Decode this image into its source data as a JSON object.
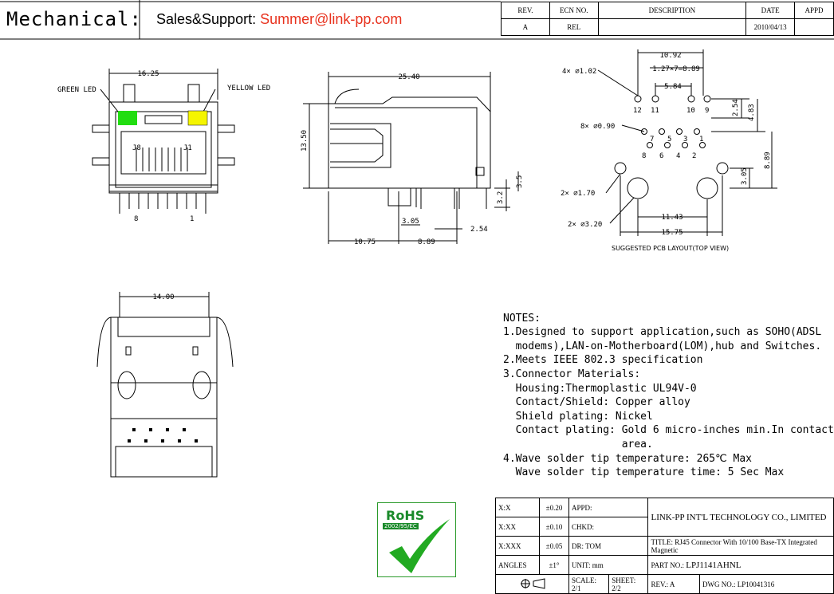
{
  "header": {
    "title": "Mechanical:",
    "support_label": "Sales&Support: ",
    "support_email": "Summer@link-pp.com"
  },
  "revision_table": {
    "headers": [
      "REV.",
      "ECN NO.",
      "DESCRIPTION",
      "DATE",
      "APPD"
    ],
    "row": [
      "A",
      "REL",
      "",
      "2010/04/13",
      ""
    ]
  },
  "drawing_labels": {
    "green_led": "GREEN LED",
    "yellow_led": "YELLOW LED",
    "j8": "J8",
    "j1": "J1",
    "pin8": "8",
    "pin1": "1",
    "front_width": "16.25",
    "side_length": "25.40",
    "side_height": "13.50",
    "side_d1": "3.05",
    "side_d2": "3.2",
    "side_d3": "3.5",
    "side_d4": "2.54",
    "side_d5": "10.75",
    "side_d6": "8.89",
    "bottom_width": "14.00",
    "pcb_title": "SUGGESTED PCB LAYOUT(TOP VIEW)",
    "pcb_1092": "10.92",
    "pcb_pitch": "1.27×7=8.89",
    "pcb_584": "5.84",
    "pcb_254": "2.54",
    "pcb_483": "4.83",
    "pcb_889": "8.89",
    "pcb_305": "3.05",
    "pcb_1143": "11.43",
    "pcb_1575": "15.75",
    "hole_4x": "4× ∅1.02",
    "hole_8x": "8× ∅0.90",
    "hole_2x170": "2× ∅1.70",
    "hole_2x320": "2× ∅3.20",
    "pin_nums": [
      "12",
      "11",
      "10",
      "9",
      "7",
      "5",
      "3",
      "1",
      "8",
      "6",
      "4",
      "2"
    ]
  },
  "notes": {
    "heading": "NOTES:",
    "lines": [
      "1.Designed to support application,such as SOHO(ADSL",
      "  modems),LAN-on-Motherboard(LOM),hub and Switches.",
      "2.Meets IEEE 802.3 specification",
      "3.Connector Materials:",
      "  Housing:Thermoplastic UL94V-0",
      "  Contact/Shield: Copper alloy",
      "  Shield plating: Nickel",
      "  Contact plating: Gold 6 micro-inches min.In contact",
      "                   area.",
      "4.Wave solder tip temperature: 265℃ Max",
      "  Wave solder tip temperature time: 5 Sec Max"
    ]
  },
  "rohs": {
    "title": "RoHS",
    "sub": "2002/95/EC"
  },
  "title_block": {
    "tol_xx_label": "X:X",
    "tol_xx": "±0.20",
    "tol_xxx_label": "X:XX",
    "tol_xxx": "±0.10",
    "tol_xxxx_label": "X:XXX",
    "tol_xxxx": "±0.05",
    "angles_label": "ANGLES",
    "angles": "±1°",
    "appd": "APPD:",
    "chkd": "CHKD:",
    "dr": "DR:",
    "dr_name": "TOM",
    "unit": "UNIT:",
    "unit_val": "mm",
    "company": "LINK-PP INT'L TECHNOLOGY CO., LIMITED",
    "title_label": "TITLE:",
    "title_val": "RJ45 Connector With 10/100 Base-TX Integrated Magnetic",
    "part_label": "PART NO.:",
    "part_val": "LPJ1141AHNL",
    "scale_label": "SCALE:",
    "scale_val": "2/1",
    "sheet_label": "SHEET:",
    "sheet_val": "2/2",
    "rev_label": "REV.:",
    "rev_val": "A",
    "dwg_label": "DWG NO.:",
    "dwg_val": "LP10041316"
  }
}
